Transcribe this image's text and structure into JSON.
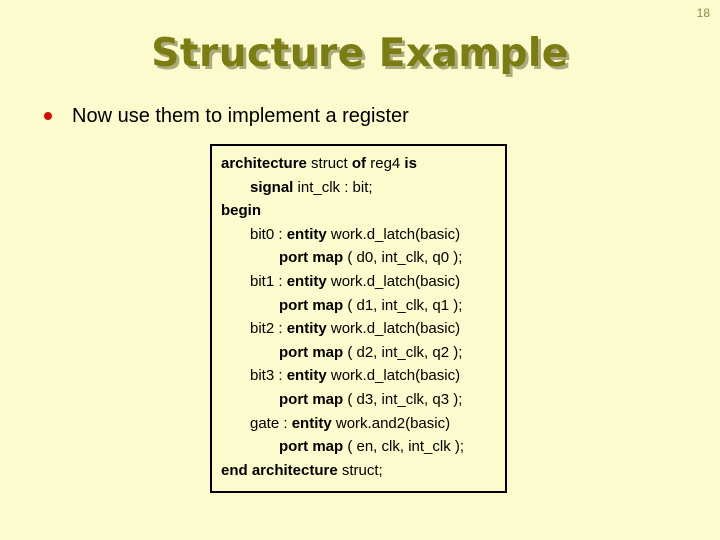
{
  "page_number": "18",
  "title": "Structure Example",
  "bullet": {
    "text": "Now use them to implement a register"
  },
  "colors": {
    "background": "#FBFBCD",
    "title": "#7C7C14",
    "title_shadow": "#ABAB7C",
    "page_number": "#8C8C4A",
    "bullet_dot": "#CC1100",
    "text": "#000000",
    "code_border": "#000000"
  },
  "code_block": {
    "language": "vhdl",
    "lines": [
      {
        "indent": 0,
        "segments": [
          {
            "t": "architecture",
            "b": true
          },
          {
            "t": " struct ",
            "b": false
          },
          {
            "t": "of",
            "b": true
          },
          {
            "t": " reg4 ",
            "b": false
          },
          {
            "t": "is",
            "b": true
          }
        ]
      },
      {
        "indent": 1,
        "segments": [
          {
            "t": "signal",
            "b": true
          },
          {
            "t": " int_clk : bit;",
            "b": false
          }
        ]
      },
      {
        "indent": 0,
        "segments": [
          {
            "t": "begin",
            "b": true
          }
        ]
      },
      {
        "indent": 1,
        "segments": [
          {
            "t": "bit0 : ",
            "b": false
          },
          {
            "t": "entity",
            "b": true
          },
          {
            "t": " work.d_latch(basic)",
            "b": false
          }
        ]
      },
      {
        "indent": 2,
        "segments": [
          {
            "t": "port map",
            "b": true
          },
          {
            "t": " ( d0, int_clk, q0 );",
            "b": false
          }
        ]
      },
      {
        "indent": 1,
        "segments": [
          {
            "t": "bit1 : ",
            "b": false
          },
          {
            "t": "entity",
            "b": true
          },
          {
            "t": " work.d_latch(basic)",
            "b": false
          }
        ]
      },
      {
        "indent": 2,
        "segments": [
          {
            "t": "port map",
            "b": true
          },
          {
            "t": " ( d1, int_clk, q1 );",
            "b": false
          }
        ]
      },
      {
        "indent": 1,
        "segments": [
          {
            "t": "bit2 : ",
            "b": false
          },
          {
            "t": "entity",
            "b": true
          },
          {
            "t": " work.d_latch(basic)",
            "b": false
          }
        ]
      },
      {
        "indent": 2,
        "segments": [
          {
            "t": "port map",
            "b": true
          },
          {
            "t": " ( d2, int_clk, q2 );",
            "b": false
          }
        ]
      },
      {
        "indent": 1,
        "segments": [
          {
            "t": "bit3 : ",
            "b": false
          },
          {
            "t": "entity",
            "b": true
          },
          {
            "t": " work.d_latch(basic)",
            "b": false
          }
        ]
      },
      {
        "indent": 2,
        "segments": [
          {
            "t": "port map",
            "b": true
          },
          {
            "t": " ( d3, int_clk, q3 );",
            "b": false
          }
        ]
      },
      {
        "indent": 1,
        "segments": [
          {
            "t": "gate : ",
            "b": false
          },
          {
            "t": "entity",
            "b": true
          },
          {
            "t": " work.and2(basic)",
            "b": false
          }
        ]
      },
      {
        "indent": 2,
        "segments": [
          {
            "t": "port map",
            "b": true
          },
          {
            "t": " ( en, clk, int_clk );",
            "b": false
          }
        ]
      },
      {
        "indent": 0,
        "segments": [
          {
            "t": "end architecture",
            "b": true
          },
          {
            "t": " struct;",
            "b": false
          }
        ]
      }
    ]
  }
}
